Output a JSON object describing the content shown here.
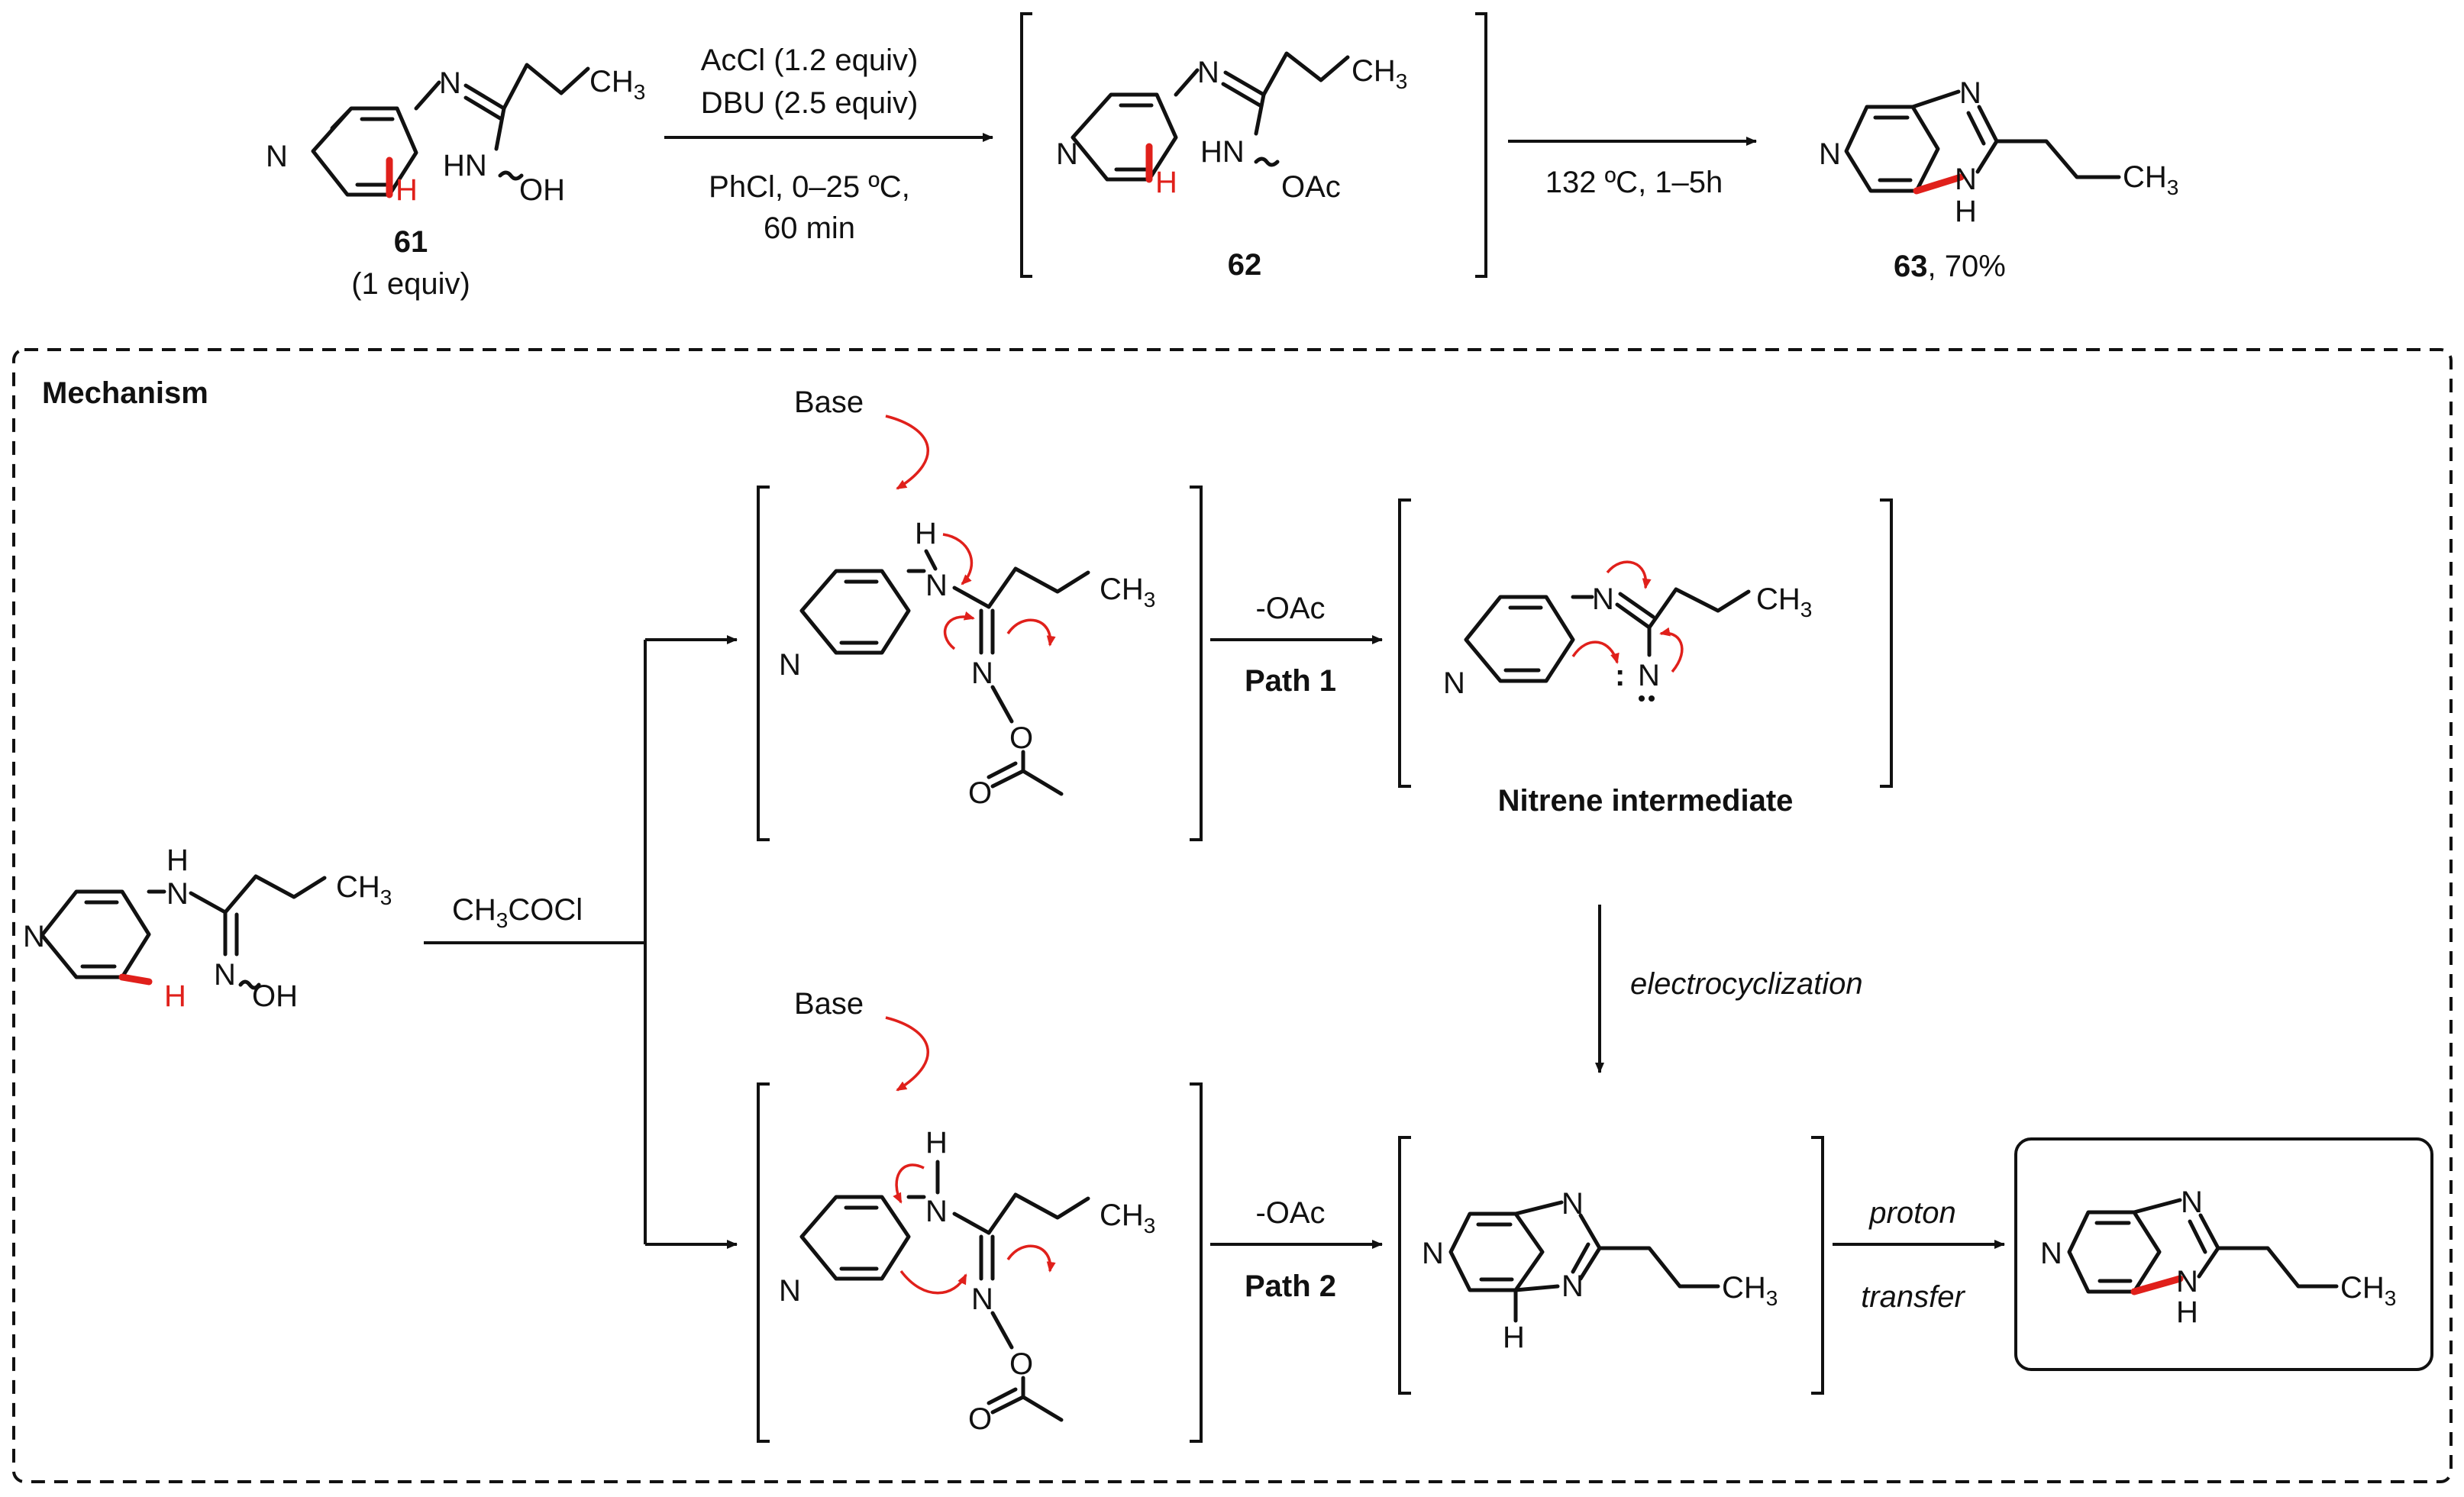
{
  "top": {
    "cmpd61": {
      "number": "61",
      "note": "(1 equiv)",
      "h": "H",
      "oh": "OH",
      "hn": "HN",
      "n": "N",
      "ch3": "CH",
      "three": "3"
    },
    "step1": {
      "reagent1": "AcCl (1.2 equiv)",
      "reagent2": "DBU (2.5 equiv)",
      "solvent": "PhCl, 0–25 ºC,",
      "time": "60 min"
    },
    "cmpd62": {
      "number": "62",
      "oac": "OAc"
    },
    "step2": {
      "cond": "132 ºC, 1–5h"
    },
    "cmpd63": {
      "number": "63",
      "yield": ", 70%",
      "nh": "N",
      "h": "H"
    }
  },
  "mechanism": {
    "title": "Mechanism",
    "base": "Base",
    "reagent": "CH3COCl",
    "reagent_main": "CH",
    "reagent_sub": "3",
    "reagent_tail": "COCl",
    "leaving": "-OAc",
    "path1": "Path 1",
    "path2": "Path 2",
    "nitrene": "Nitrene intermediate",
    "electro": "electrocyclization",
    "proton1": "proton",
    "proton2": "transfer",
    "o": "O",
    "n": "N",
    "h": "H",
    "oh": "OH",
    "colon": ":"
  },
  "colors": {
    "accent": "#e0201b",
    "ink": "#111111"
  }
}
